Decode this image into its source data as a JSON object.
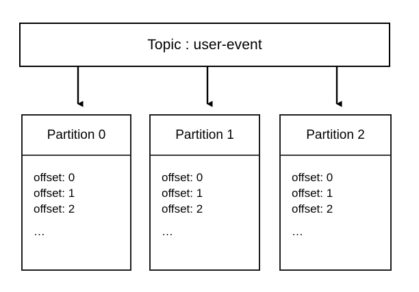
{
  "diagram": {
    "type": "kafka-topic-partition-diagram",
    "topic": {
      "label": "Topic : user-event"
    },
    "arrows": {
      "count": 3,
      "direction": "down",
      "color": "#000000"
    },
    "partitions": [
      {
        "title": "Partition 0",
        "offsets": [
          "offset: 0",
          "offset: 1",
          "offset: 2"
        ],
        "more": "…"
      },
      {
        "title": "Partition 1",
        "offsets": [
          "offset: 0",
          "offset: 1",
          "offset: 2"
        ],
        "more": "…"
      },
      {
        "title": "Partition 2",
        "offsets": [
          "offset: 0",
          "offset: 1",
          "offset: 2"
        ],
        "more": "…"
      }
    ],
    "colors": {
      "background": "#ffffff",
      "stroke": "#000000",
      "partition_stroke": "#1d1d1d",
      "divider": "#3a3a3a",
      "text": "#000000"
    }
  }
}
